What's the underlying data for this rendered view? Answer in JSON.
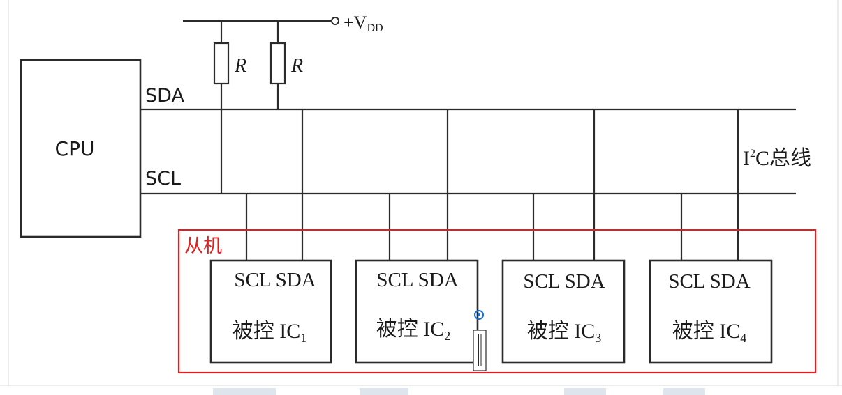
{
  "supply": {
    "label": "+V",
    "subscript": "DD"
  },
  "resistors": [
    {
      "label": "R"
    },
    {
      "label": "R"
    }
  ],
  "master": {
    "label": "CPU"
  },
  "lines": {
    "sda": "SDA",
    "scl": "SCL"
  },
  "bus": {
    "prefix": "I",
    "superscript": "2",
    "suffix": "C总线"
  },
  "slave_group": {
    "label": "从机",
    "color": "#e02020"
  },
  "slaves": [
    {
      "pins": "SCL SDA",
      "name": "被控 IC",
      "index": "1"
    },
    {
      "pins": "SCL SDA",
      "name": "被控 IC",
      "index": "2"
    },
    {
      "pins": "SCL SDA",
      "name": "被控 IC",
      "index": "3"
    },
    {
      "pins": "SCL SDA",
      "name": "被控 IC",
      "index": "4"
    }
  ],
  "colors": {
    "line": "#2b2b2b",
    "highlight": "#e02020",
    "cursor": "#1e6fd9"
  },
  "cursor_icon": "text-cursor-icon"
}
